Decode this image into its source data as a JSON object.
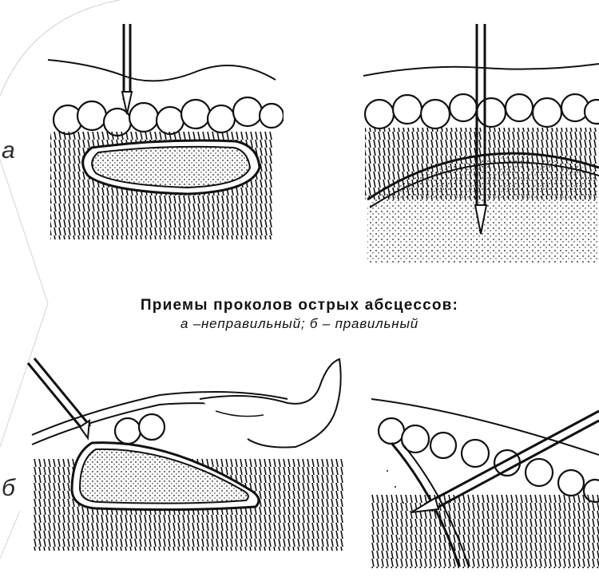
{
  "labels": {
    "row_a": "а",
    "row_b": "б"
  },
  "caption": {
    "title": "Приемы проколов острых абсцессов:",
    "subtitle": "а –неправильный; б – правильный"
  },
  "colors": {
    "ink": "#111111",
    "paper": "#ffffff",
    "frame_line": "#c8c8c8"
  }
}
